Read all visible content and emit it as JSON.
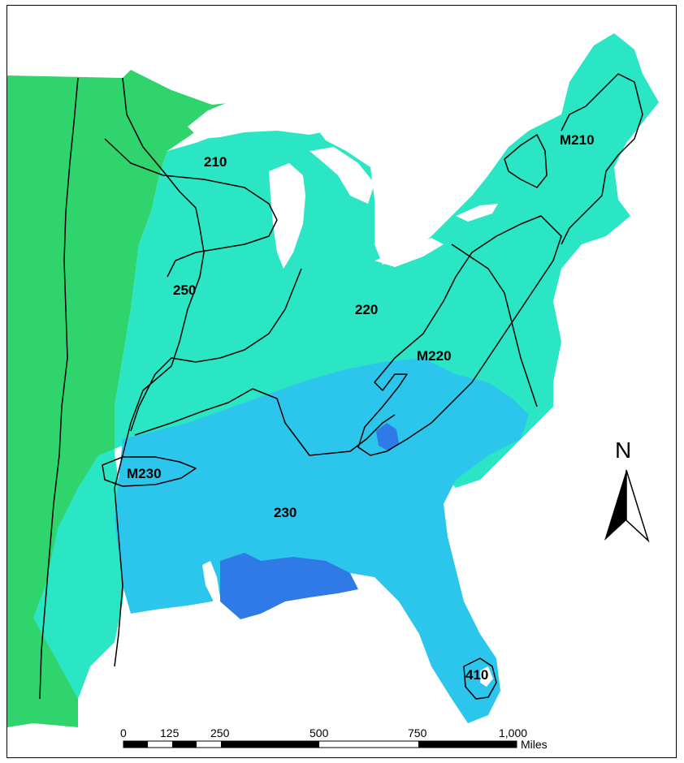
{
  "map": {
    "colors": {
      "background": "#ffffff",
      "water": "#ffffff",
      "zone_green": "#2fd46c",
      "zone_teal": "#2be6c4",
      "zone_sky": "#2cc6ec",
      "zone_blue": "#2f7ae6",
      "boundary": "#000000"
    },
    "labels": {
      "p210": "210",
      "p250": "250",
      "p220": "220",
      "m220": "M220",
      "m230": "M230",
      "p230": "230",
      "m210": "M210",
      "p410": "410"
    },
    "north_arrow": {
      "label": "N"
    },
    "scale_bar": {
      "ticks": [
        "0",
        "125",
        "250",
        "500",
        "750",
        "1,000"
      ],
      "unit": "Miles"
    }
  }
}
